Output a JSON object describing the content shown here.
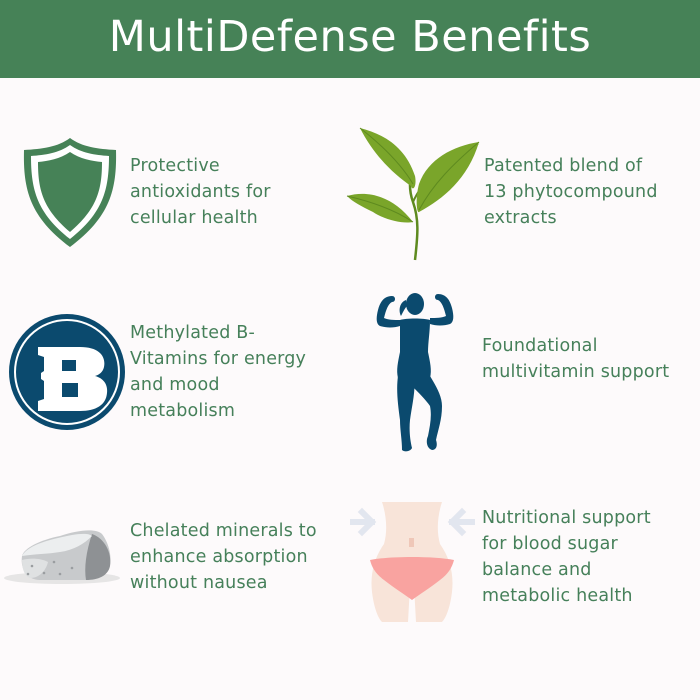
{
  "header": {
    "title": "MultiDefense Benefits",
    "background_color": "#468257",
    "text_color": "#ffffff"
  },
  "colors": {
    "text_green": "#46805a",
    "navy": "#0b4a6e",
    "shield_green": "#468257",
    "leaf_green": "#7aa52a",
    "background": "#fdfafb"
  },
  "benefits": [
    {
      "icon": "shield-icon",
      "lines": [
        "Protective",
        "antioxidants for",
        "cellular health"
      ]
    },
    {
      "icon": "leaf-sprig-icon",
      "lines": [
        "Patented blend of",
        "13 phytocompound",
        "extracts"
      ]
    },
    {
      "icon": "b-vitamin-icon",
      "icon_letter": "B",
      "lines": [
        "Methylated B-",
        "Vitamins for energy",
        "and mood",
        "metabolism"
      ]
    },
    {
      "icon": "flexing-woman-icon",
      "lines": [
        "Foundational",
        "multivitamin support"
      ]
    },
    {
      "icon": "mineral-rock-icon",
      "lines": [
        "Chelated minerals to",
        "enhance absorption",
        "without nausea"
      ]
    },
    {
      "icon": "waist-slimming-icon",
      "lines": [
        "Nutritional support",
        "for blood sugar",
        "balance and",
        "metabolic health"
      ]
    }
  ]
}
